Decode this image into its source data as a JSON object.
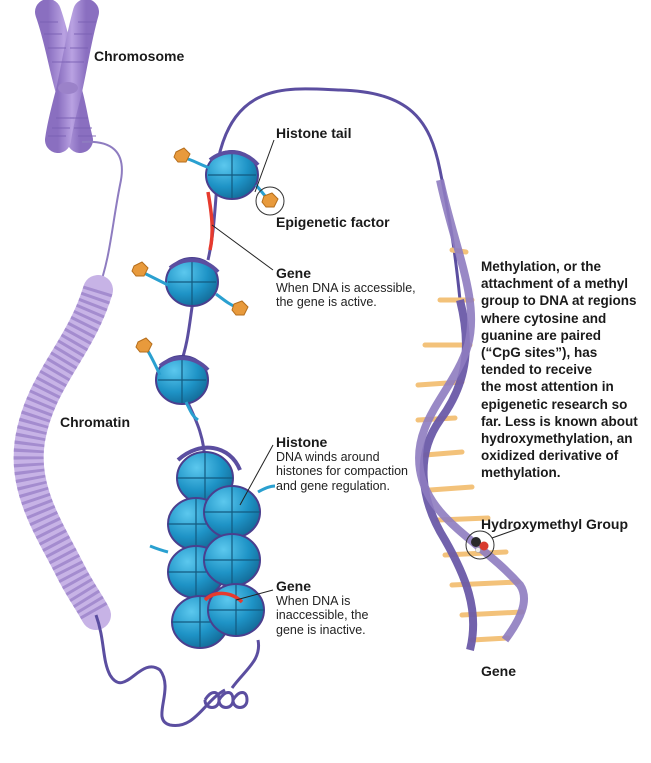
{
  "labels": {
    "chromosome": "Chromosome",
    "chromatin": "Chromatin",
    "histone_tail": "Histone tail",
    "epigenetic_factor": "Epigenetic factor",
    "gene_active_title": "Gene",
    "gene_active_lines": [
      "When DNA is accessible,",
      "the gene is active."
    ],
    "histone_title": "Histone",
    "histone_lines": [
      "DNA winds around",
      "histones for compaction",
      "and gene regulation."
    ],
    "gene_inactive_title": "Gene",
    "gene_inactive_lines": [
      "When DNA is",
      "inaccessible, the",
      "gene is inactive."
    ],
    "methylation_lines": [
      "Methylation, or the",
      "attachment of a methyl",
      "group to DNA at regions",
      "where cytosine and",
      "guanine are paired",
      "(“CpG sites”), has",
      "tended to receive",
      "the most attention in",
      "epigenetic research so",
      "far. Less is known about",
      "hydroxymethylation, an",
      "oxidized derivative of",
      "methylation."
    ],
    "hydroxymethyl_group": "Hydroxymethyl Group",
    "gene_dna": "Gene"
  },
  "colors": {
    "chromosome": "#9b82c9",
    "dna_strand": "#6a5aa8",
    "histone": "#2aa0d0",
    "histone_dark": "#5b4ea0",
    "base_pair": "#f3c27a",
    "epigenetic_factor": "#e89a3c",
    "active_gene": "#e63a2e"
  }
}
